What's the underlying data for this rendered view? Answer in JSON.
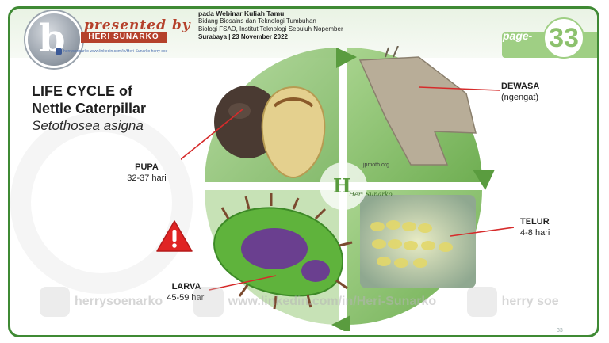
{
  "header": {
    "brand_line": "presented by",
    "author": "HERI SUNARKO",
    "social_line": "herrysoenarko  www.linkedin.com/in/Heri-Sunarko  herry soe",
    "webinar_title": "pada Webinar Kuliah Tamu",
    "webinar_line2": "Bidang Biosains dan Teknologi Tumbuhan",
    "webinar_line3": "Biologi FSAD, Institut Teknologi Sepuluh Nopember",
    "webinar_line4": "Surabaya | 23 November 2022",
    "page_label": "page-",
    "page_number": "33"
  },
  "title": {
    "line1": "LIFE CYCLE of",
    "line2": "Nettle Caterpillar",
    "line3": "Setothosea asigna"
  },
  "stages": {
    "pupa": {
      "name": "PUPA",
      "duration": "32-37 hari"
    },
    "adult": {
      "name": "DEWASA",
      "note": "(ngengat)"
    },
    "egg": {
      "name": "TELUR",
      "duration": "4-8 hari"
    },
    "larva": {
      "name": "LARVA",
      "duration": "45-59 hari"
    }
  },
  "photo_credit": "jpmoth.org",
  "center_logo": "Heri Sunarko",
  "footer_watermark": {
    "item1": "herrysoenarko",
    "item2": "www.linkedin.com/in/Heri-Sunarko",
    "item3": "herry soe"
  },
  "footer_page": "33",
  "colors": {
    "frame_green": "#3f8a34",
    "cycle_green": "#8cc16d",
    "page_accent": "#9fcf84",
    "author_red": "#b5412b",
    "pointer_red": "#d62b2b",
    "warning_red": "#e02424"
  },
  "icons": [
    "warning-icon",
    "cycle-arrow-icon"
  ]
}
